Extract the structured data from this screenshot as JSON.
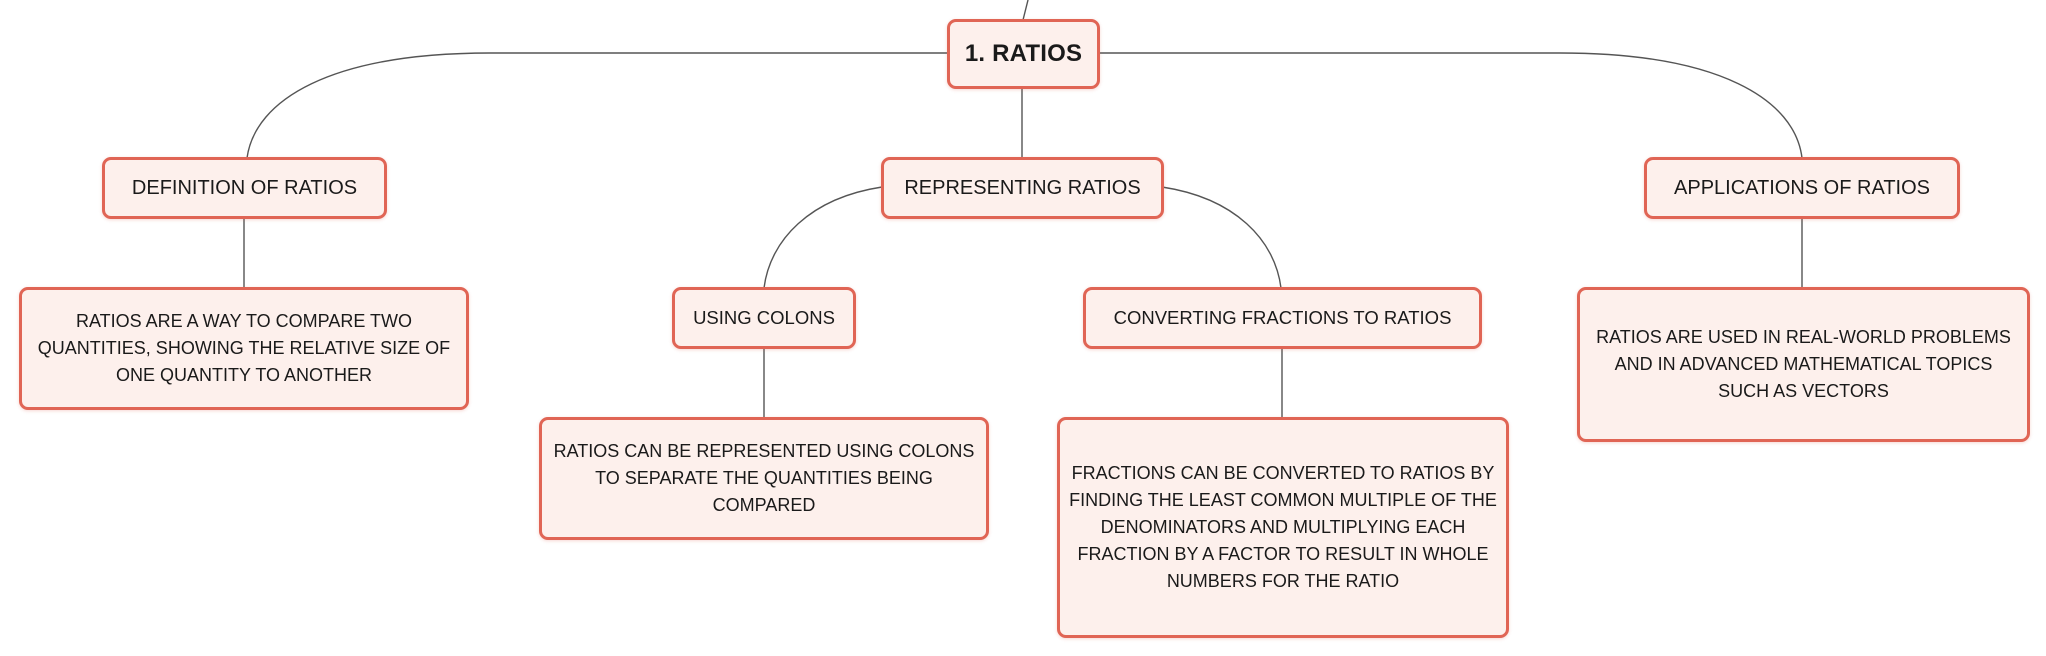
{
  "colors": {
    "node_border": "#e06555",
    "node_fill": "#fdf0ec",
    "connector": "#555555",
    "text": "#1a1a1a"
  },
  "root": {
    "label": "1. RATIOS"
  },
  "definition": {
    "label": "DEFINITION OF RATIOS",
    "detail": "RATIOS ARE A WAY TO COMPARE TWO QUANTITIES, SHOWING THE RELATIVE SIZE OF ONE QUANTITY TO ANOTHER"
  },
  "representing": {
    "label": "REPRESENTING RATIOS",
    "colons": {
      "label": "USING COLONS",
      "detail": "RATIOS CAN BE REPRESENTED USING COLONS TO SEPARATE THE QUANTITIES BEING COMPARED"
    },
    "fractions": {
      "label": "CONVERTING FRACTIONS TO RATIOS",
      "detail": "FRACTIONS CAN BE CONVERTED TO RATIOS BY FINDING THE LEAST COMMON MULTIPLE OF THE DENOMINATORS AND MULTIPLYING EACH FRACTION BY A FACTOR TO RESULT IN WHOLE NUMBERS FOR THE RATIO"
    }
  },
  "applications": {
    "label": "APPLICATIONS OF RATIOS",
    "detail": "RATIOS ARE USED IN REAL-WORLD PROBLEMS AND IN ADVANCED MATHEMATICAL TOPICS SUCH AS VECTORS"
  }
}
